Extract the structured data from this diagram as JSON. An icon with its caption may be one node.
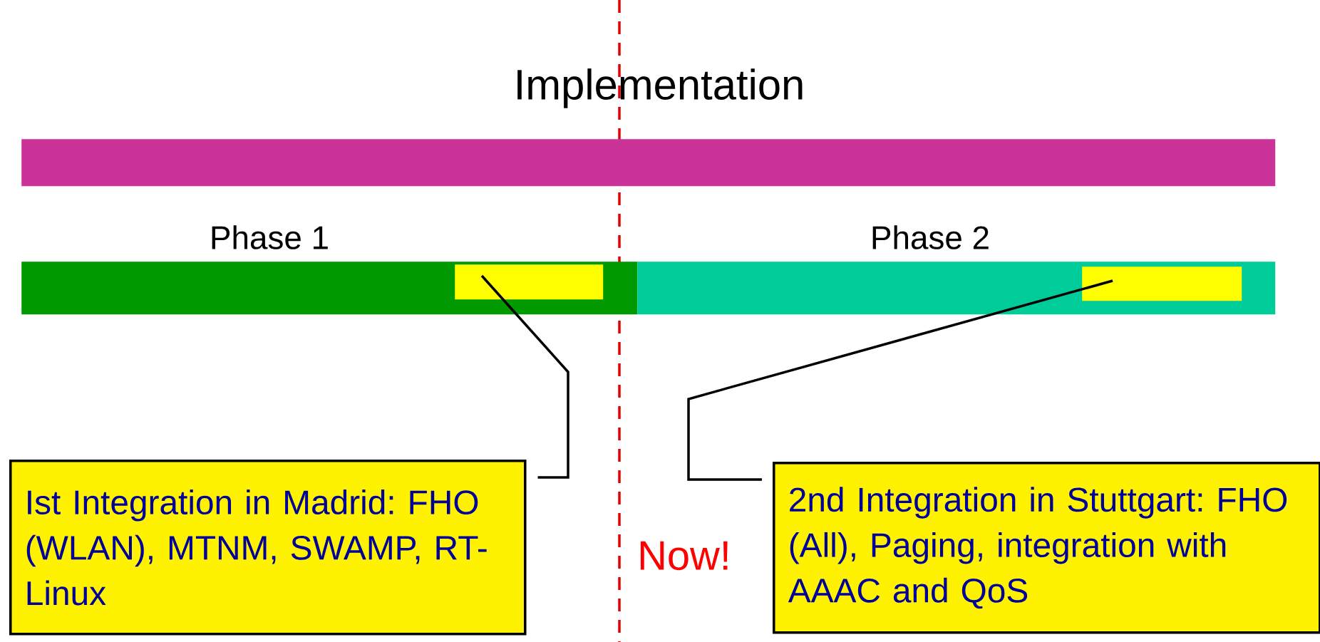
{
  "diagram": {
    "nodes": [
      {
        "text": [
          "Implementation"
        ]
      },
      {
        "text": [
          "Phase 1"
        ]
      },
      {
        "text": [
          "Phase 2"
        ]
      },
      {
        "text": [],
        "shape": "box",
        "in": 1
      },
      {
        "text": [],
        "shape": "box",
        "in": 2
      },
      {
        "text": [
          "Ist Integration in Madrid: FHO (WLAN), MTNM, SWAMP, RT-Linux"
        ]
      },
      {
        "text": [
          "2nd Integration in Stuttgart: FHO (All), Paging, integration with AAAC and QoS"
        ]
      }
    ],
    "edges": [
      {
        "from": 5,
        "to": 3,
        "arrow": "none"
      },
      {
        "from": 6,
        "to": 4,
        "arrow": "none"
      }
    ],
    "labels": [
      "Now!"
    ]
  }
}
